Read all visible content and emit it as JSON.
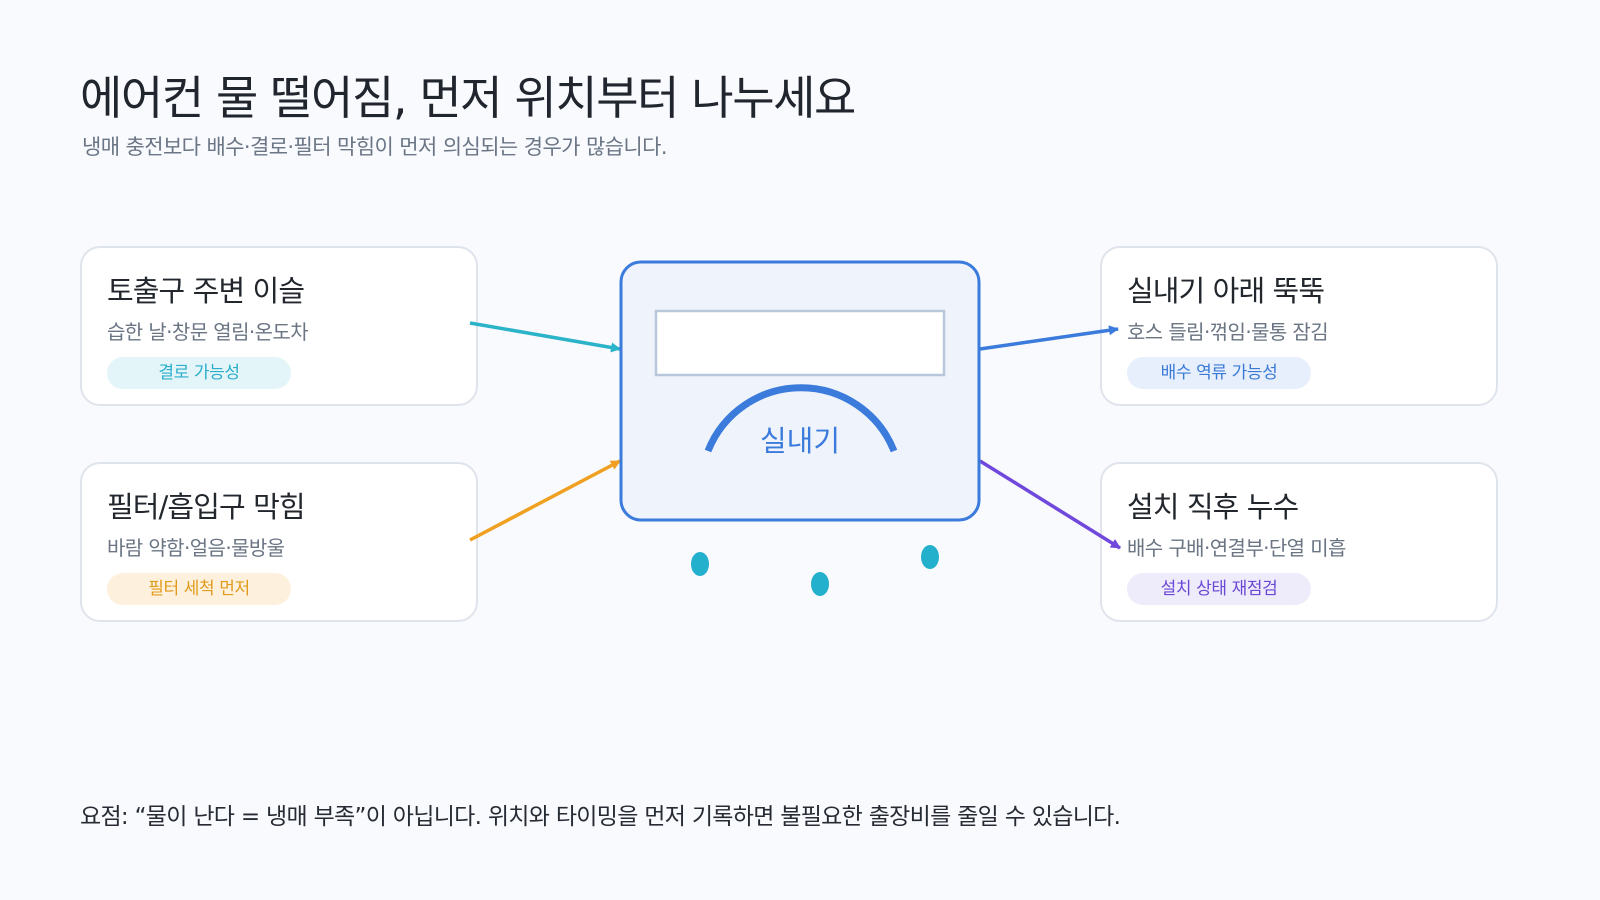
{
  "header": {
    "title": "에어컨 물 떨어짐, 먼저 위치부터 나누세요",
    "subtitle": "냉매 충전보다 배수·결로·필터 막힘이 먼저 의심되는 경우가 많습니다."
  },
  "unit": {
    "label": "실내기",
    "color": "#3a7bdc"
  },
  "cards": [
    {
      "title": "토출구 주변 이슬",
      "desc": "습한 날·창문 열림·온도차",
      "badge": "결로 가능성",
      "color": "#2bb3c9",
      "badge_bg": "#e3f5f8",
      "badge_text_color": "#2aaecb"
    },
    {
      "title": "필터/흡입구 막힘",
      "desc": "바람 약함·얼음·물방울",
      "badge": "필터 세척 먼저",
      "color": "#f0a020",
      "badge_bg": "#fdf1dd",
      "badge_text_color": "#e09a1c"
    },
    {
      "title": "실내기 아래 뚝뚝",
      "desc": "호스 들림·꺾임·물통 잠김",
      "badge": "배수 역류 가능성",
      "color": "#3a7bdc",
      "badge_bg": "#e6effb",
      "badge_text_color": "#3a79d6"
    },
    {
      "title": "설치 직후 누수",
      "desc": "배수 구배·연결부·단열 미흡",
      "badge": "설치 상태 재점검",
      "color": "#7048dc",
      "badge_bg": "#eeebfb",
      "badge_text_color": "#6a47d4"
    }
  ],
  "footer": {
    "note": "요점: “물이 난다 = 냉매 부족”이 아닙니다. 위치와 타이밍을 먼저 기록하면 불필요한 출장비를 줄일 수 있습니다."
  }
}
